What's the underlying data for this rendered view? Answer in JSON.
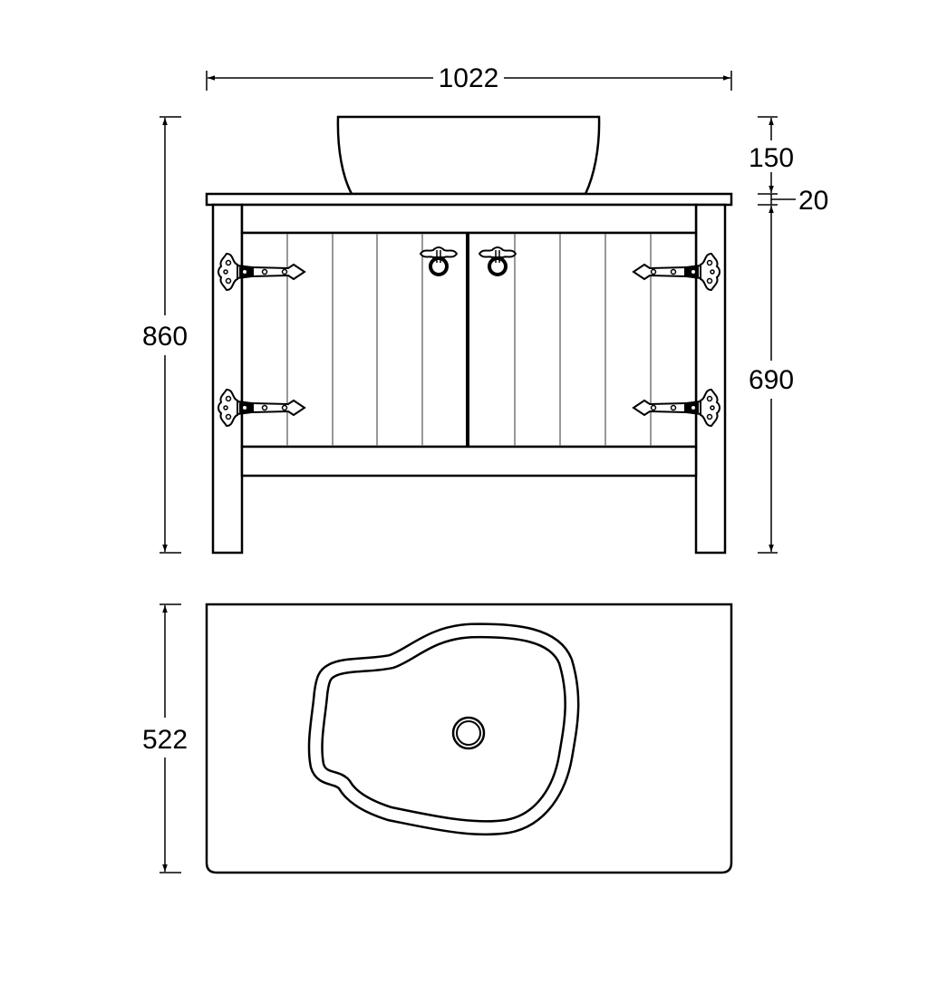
{
  "dimensions": {
    "width": "1022",
    "total_height": "860",
    "basin_height": "150",
    "top_thickness": "20",
    "cabinet_height": "690",
    "depth": "522"
  },
  "colors": {
    "line": "#000000",
    "plank": "#777777",
    "background": "#ffffff"
  }
}
